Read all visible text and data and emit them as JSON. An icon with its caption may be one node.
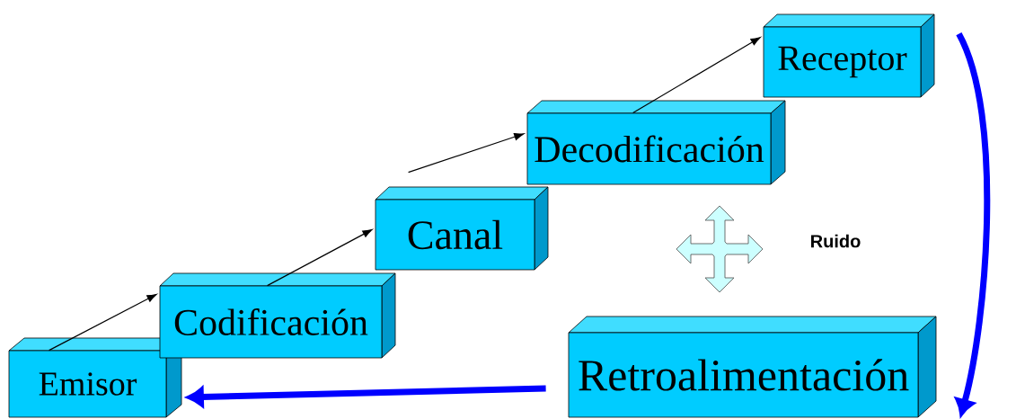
{
  "diagram": {
    "nodes": [
      {
        "text": [
          "Emisor"
        ]
      },
      {
        "text": [
          "Codificación"
        ]
      },
      {
        "text": [
          "Canal"
        ]
      },
      {
        "text": [
          "Decodificación"
        ]
      },
      {
        "text": [
          "Receptor"
        ]
      },
      {
        "text": [
          "Retroalimentación"
        ]
      }
    ],
    "edges": [
      {
        "from": 0,
        "to": 1,
        "arrow": "to"
      },
      {
        "from": 1,
        "to": 2,
        "arrow": "to"
      },
      {
        "from": 2,
        "to": 3,
        "arrow": "to"
      },
      {
        "from": 3,
        "to": 4,
        "arrow": "to"
      },
      {
        "from": 4,
        "to": 5,
        "arrow": "to",
        "style": "thick",
        "color": "#0000ff"
      },
      {
        "from": 5,
        "to": 0,
        "arrow": "to",
        "style": "thick",
        "color": "#0000ff"
      }
    ],
    "labels": [
      "Ruido"
    ]
  }
}
